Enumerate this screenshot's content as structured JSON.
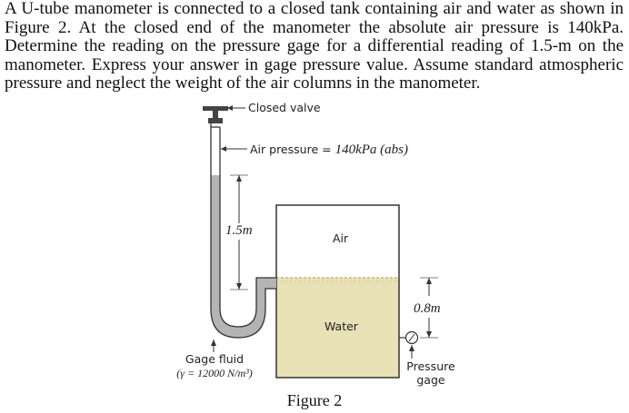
{
  "problem": {
    "text": "A U-tube manometer is connected to a closed tank containing air and water as shown in Figure 2. At the closed end of the manometer the absolute air pressure is 140kPa. Determine the reading on the pressure gage for a differential reading of 1.5-m on the manometer. Express your answer in gage pressure value. Assume standard atmospheric pressure and neglect the weight of the air columns in the manometer."
  },
  "figure": {
    "closed_valve_label": "Closed valve",
    "air_pressure_prefix": "Air pressure = ",
    "air_pressure_value": "140kPa (abs)",
    "manometer_reading": "1.5m",
    "tank_air_label": "Air",
    "tank_water_label": "Water",
    "depth_label": "0.8m",
    "gage_fluid_label": "Gage fluid",
    "gage_fluid_weight": "(γ = 12000 N/m³)",
    "pressure_gage_line1": "Pressure",
    "pressure_gage_line2": "gage",
    "caption": "Figure 2",
    "colors": {
      "water_fill": "#e8e1b6",
      "gage_fluid_fill": "#b4b4b4",
      "outline": "#333333"
    }
  }
}
